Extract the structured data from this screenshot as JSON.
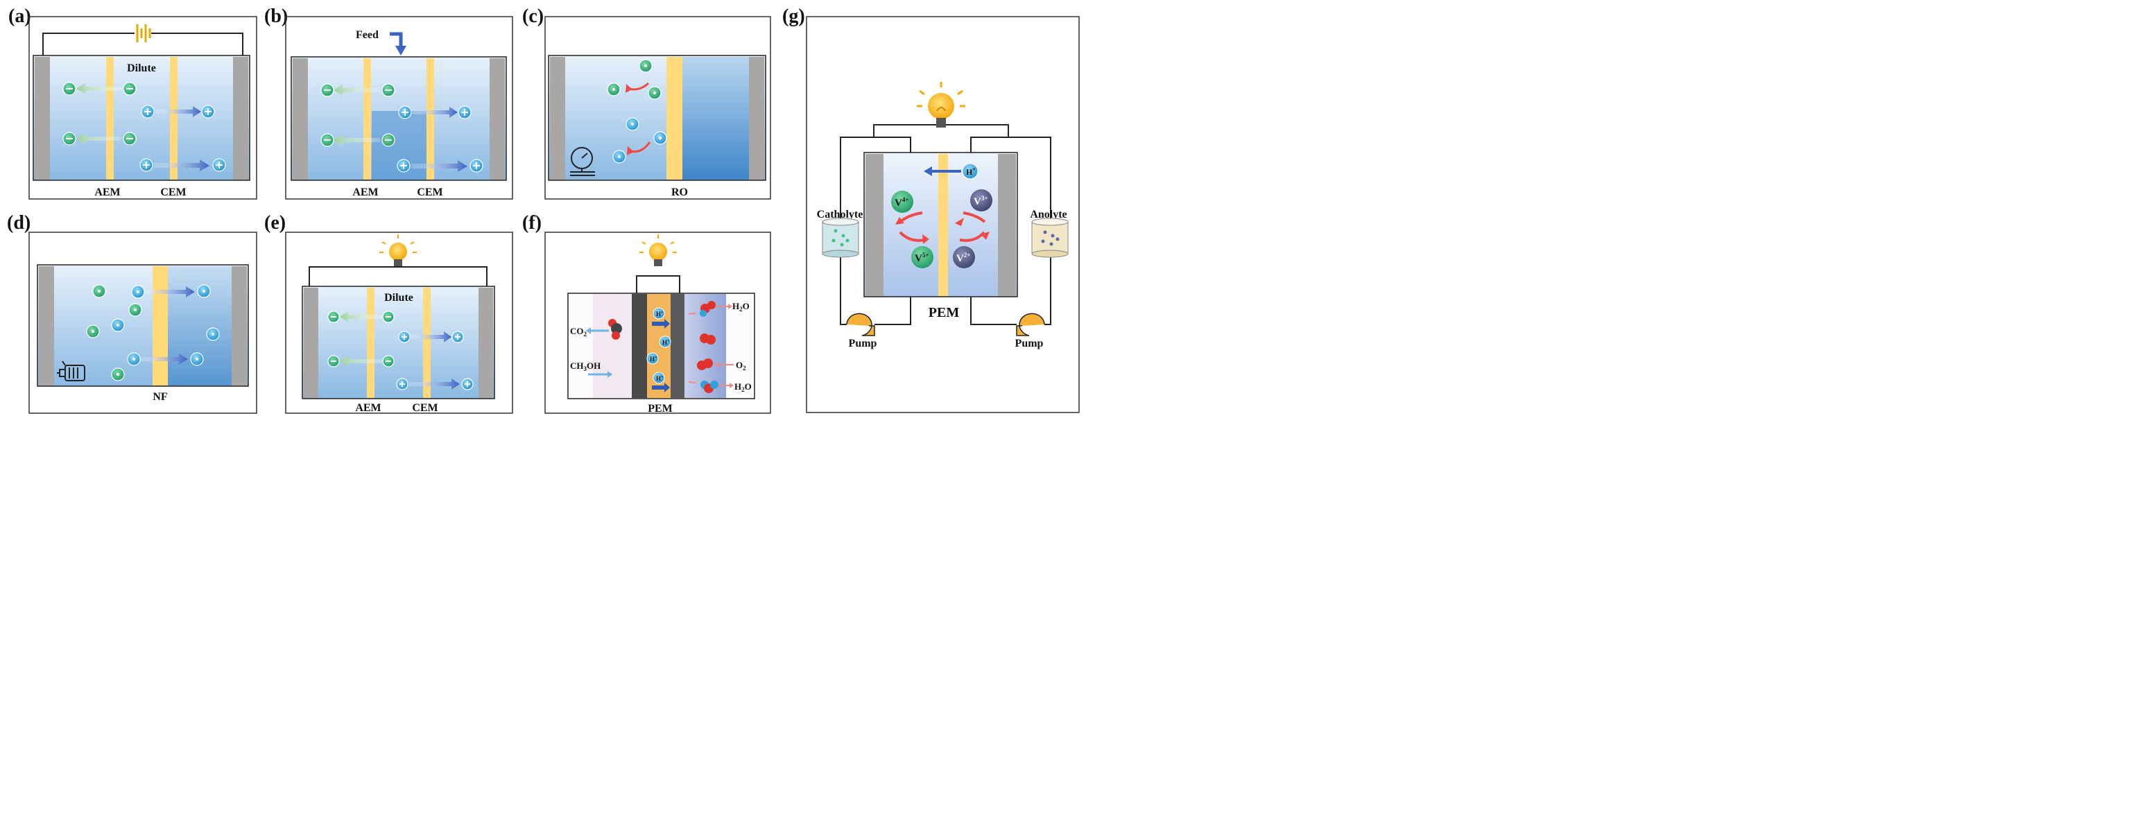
{
  "panels": {
    "a": {
      "label": "(a)",
      "top_text": "Dilute",
      "membranes": [
        "AEM",
        "CEM"
      ]
    },
    "b": {
      "label": "(b)",
      "feed": "Feed",
      "membranes": [
        "AEM",
        "CEM"
      ]
    },
    "c": {
      "label": "(c)",
      "membrane": "RO"
    },
    "d": {
      "label": "(d)",
      "membrane": "NF"
    },
    "e": {
      "label": "(e)",
      "top_text": "Dilute",
      "membranes": [
        "AEM",
        "CEM"
      ]
    },
    "f": {
      "label": "(f)",
      "membrane": "PEM",
      "co2": "CO",
      "co2_sub": "2",
      "ch3oh_a": "CH",
      "ch3oh_sub": "3",
      "ch3oh_b": "OH",
      "h2o_a": "H",
      "h2o_sub": "2",
      "h2o_b": "O",
      "o2": "O",
      "o2_sub": "2",
      "hplus": "H",
      "hplus_sup": "+"
    },
    "g": {
      "label": "(g)",
      "membrane": "PEM",
      "catholyte": "Catholyte",
      "anolyte": "Anolyte",
      "pump": "Pump",
      "v4": "V",
      "v4_sup": "4+",
      "v3": "V",
      "v3_sup": "3+",
      "v5": "V",
      "v5_sup": "5+",
      "v2": "V",
      "v2_sup": "2+",
      "hplus": "H",
      "hplus_sup": "+"
    }
  },
  "colors": {
    "membrane": "#ffd97a",
    "electrode": "#a9a6a6",
    "anion": "#3bb67e",
    "cation": "#3aa9e0",
    "arrow_red": "#ef4a46",
    "arrow_blue": "#3b63c4",
    "bulb": "#f7b313"
  }
}
